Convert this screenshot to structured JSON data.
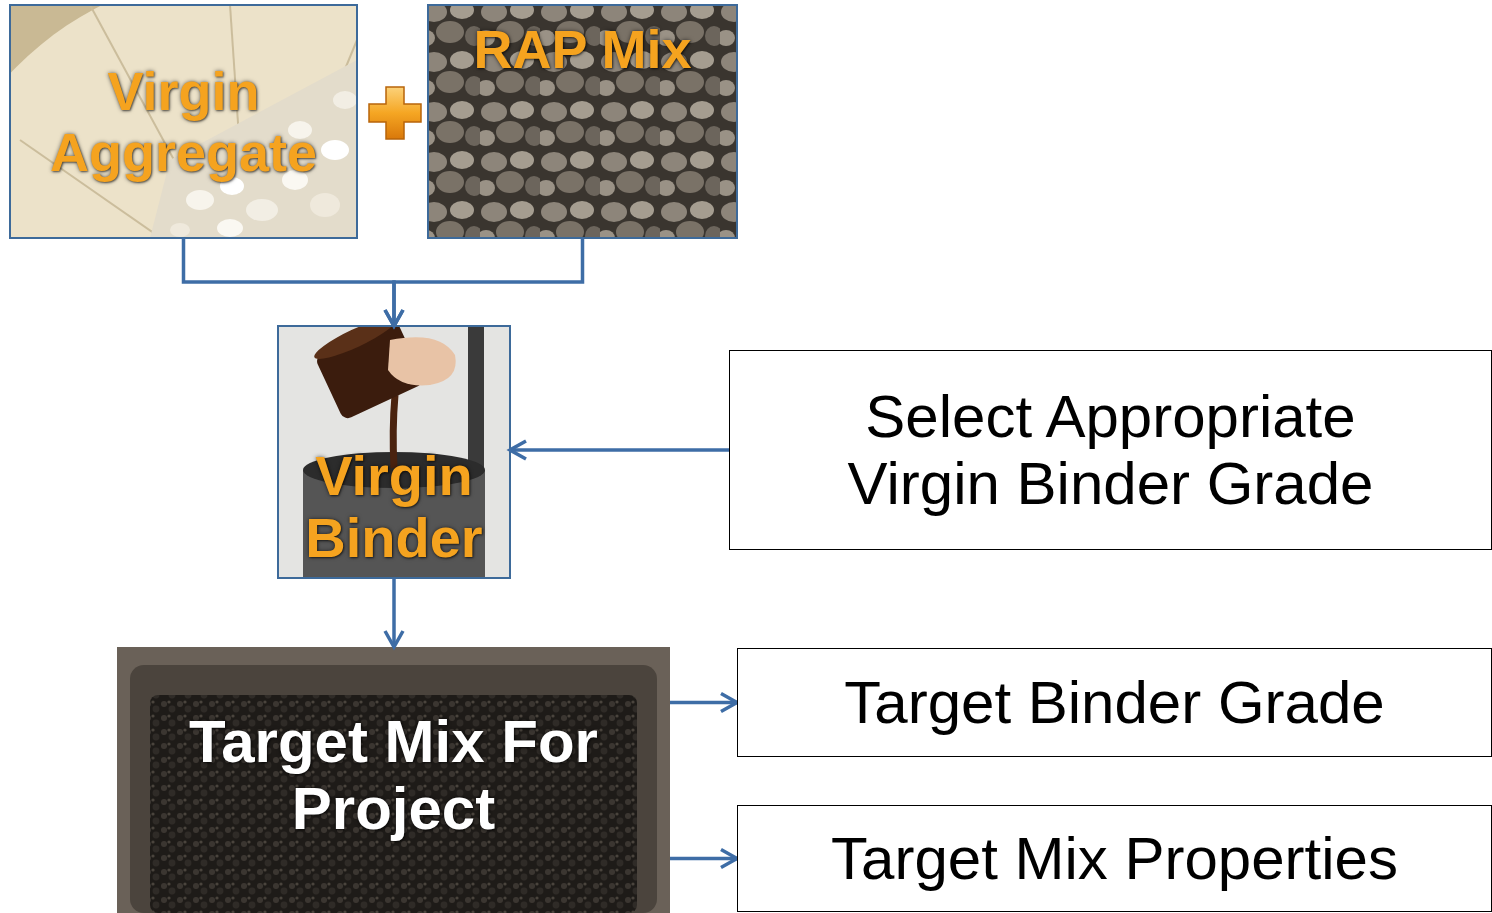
{
  "diagram": {
    "nodes": [
      {
        "text": [
          "Virgin Aggregate"
        ]
      },
      {
        "text": [
          "RAP Mix"
        ]
      },
      {
        "text": [
          "Virgin Binder"
        ]
      },
      {
        "text": [
          "Select Appropriate Virgin Binder Grade"
        ]
      },
      {
        "text": [
          "Target Mix For Project"
        ]
      },
      {
        "text": [
          "Target Binder Grade"
        ]
      },
      {
        "text": [
          "Target Mix Properties"
        ]
      }
    ],
    "edges": [
      {
        "from": 0,
        "to": 2,
        "arrow": "to"
      },
      {
        "from": 1,
        "to": 2,
        "arrow": "to"
      },
      {
        "from": 3,
        "to": 2,
        "arrow": "to"
      },
      {
        "from": 2,
        "to": 4,
        "arrow": "to"
      },
      {
        "from": 4,
        "to": 5,
        "arrow": "to"
      },
      {
        "from": 4,
        "to": 6,
        "arrow": "to"
      }
    ]
  }
}
